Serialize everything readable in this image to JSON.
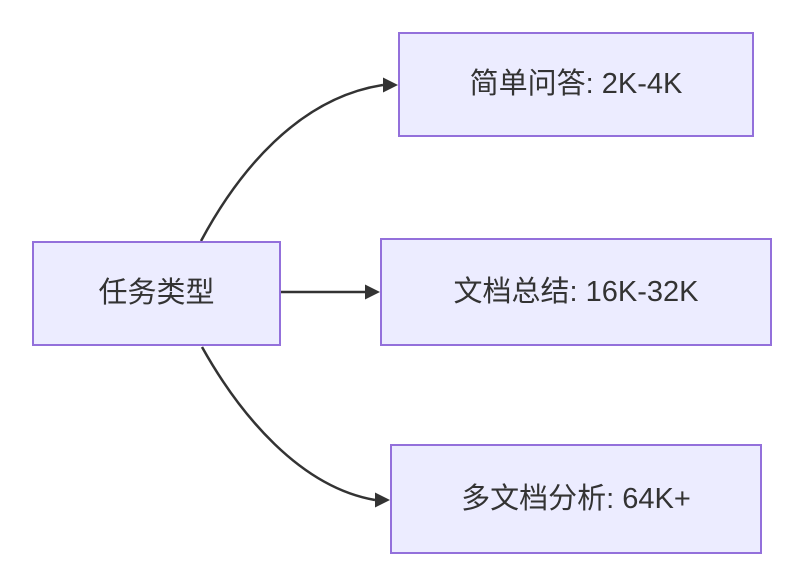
{
  "diagram": {
    "type": "flowchart-LR",
    "background_color": "#ffffff",
    "node_fill": "#ececff",
    "node_border_color": "#9370db",
    "text_color": "#333333",
    "edge_color": "#333333",
    "nodes": [
      {
        "id": "task-type",
        "label": "任务类型"
      },
      {
        "id": "simple-qa",
        "label": "简单问答: 2K-4K"
      },
      {
        "id": "doc-summary",
        "label": "文档总结: 16K-32K"
      },
      {
        "id": "multi-doc",
        "label": "多文档分析: 64K+"
      }
    ],
    "edges": [
      {
        "from": "task-type",
        "to": "simple-qa"
      },
      {
        "from": "task-type",
        "to": "doc-summary"
      },
      {
        "from": "task-type",
        "to": "multi-doc"
      }
    ]
  }
}
